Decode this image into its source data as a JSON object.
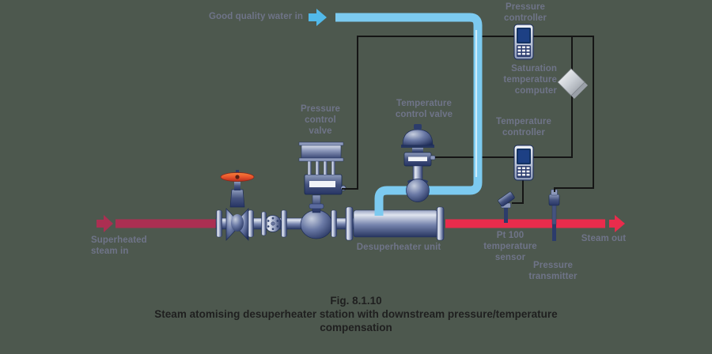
{
  "figure": {
    "caption_fig": "Fig. 8.1.10",
    "caption_title": "Steam atomising desuperheater station with downstream pressure/temperature\ncompensation"
  },
  "labels": {
    "water_in": "Good quality water in",
    "pressure_control_valve": "Pressure\ncontrol\nvalve",
    "temperature_control_valve": "Temperature\ncontrol valve",
    "pressure_controller": "Pressure\ncontroller",
    "saturation_computer": "Saturation\ntemperature\ncomputer",
    "temperature_controller": "Temperature\ncontroller",
    "superheated_steam_in": "Superheated\nsteam in",
    "desuperheater_unit": "Desuperheater unit",
    "pt100_sensor": "Pt 100\ntemperature\nsensor",
    "steam_out": "Steam out",
    "pressure_transmitter": "Pressure\ntransmitter"
  },
  "icons": {
    "water_flow_arrow": "right-arrow (light blue)",
    "steam_in_arrow": "right-arrow (crimson)",
    "steam_out_arrow": "right-arrow (crimson)",
    "pressure_controller_device": "handheld-controller",
    "temperature_controller_device": "handheld-controller",
    "saturation_computer_device": "silver-diamond"
  },
  "colors": {
    "background": "#4d584e",
    "steam_pipe_in": "#ab2f52",
    "steam_pipe_out": "#e92c4c",
    "water_pipe": "#7ccaf0",
    "water_arrow": "#52b9e9",
    "signal_line": "#151515",
    "valve_steel": "#45537f",
    "label_text": "#6f7488",
    "caption_text": "#1f1f1f",
    "handwheel_red": "#e8542b"
  }
}
